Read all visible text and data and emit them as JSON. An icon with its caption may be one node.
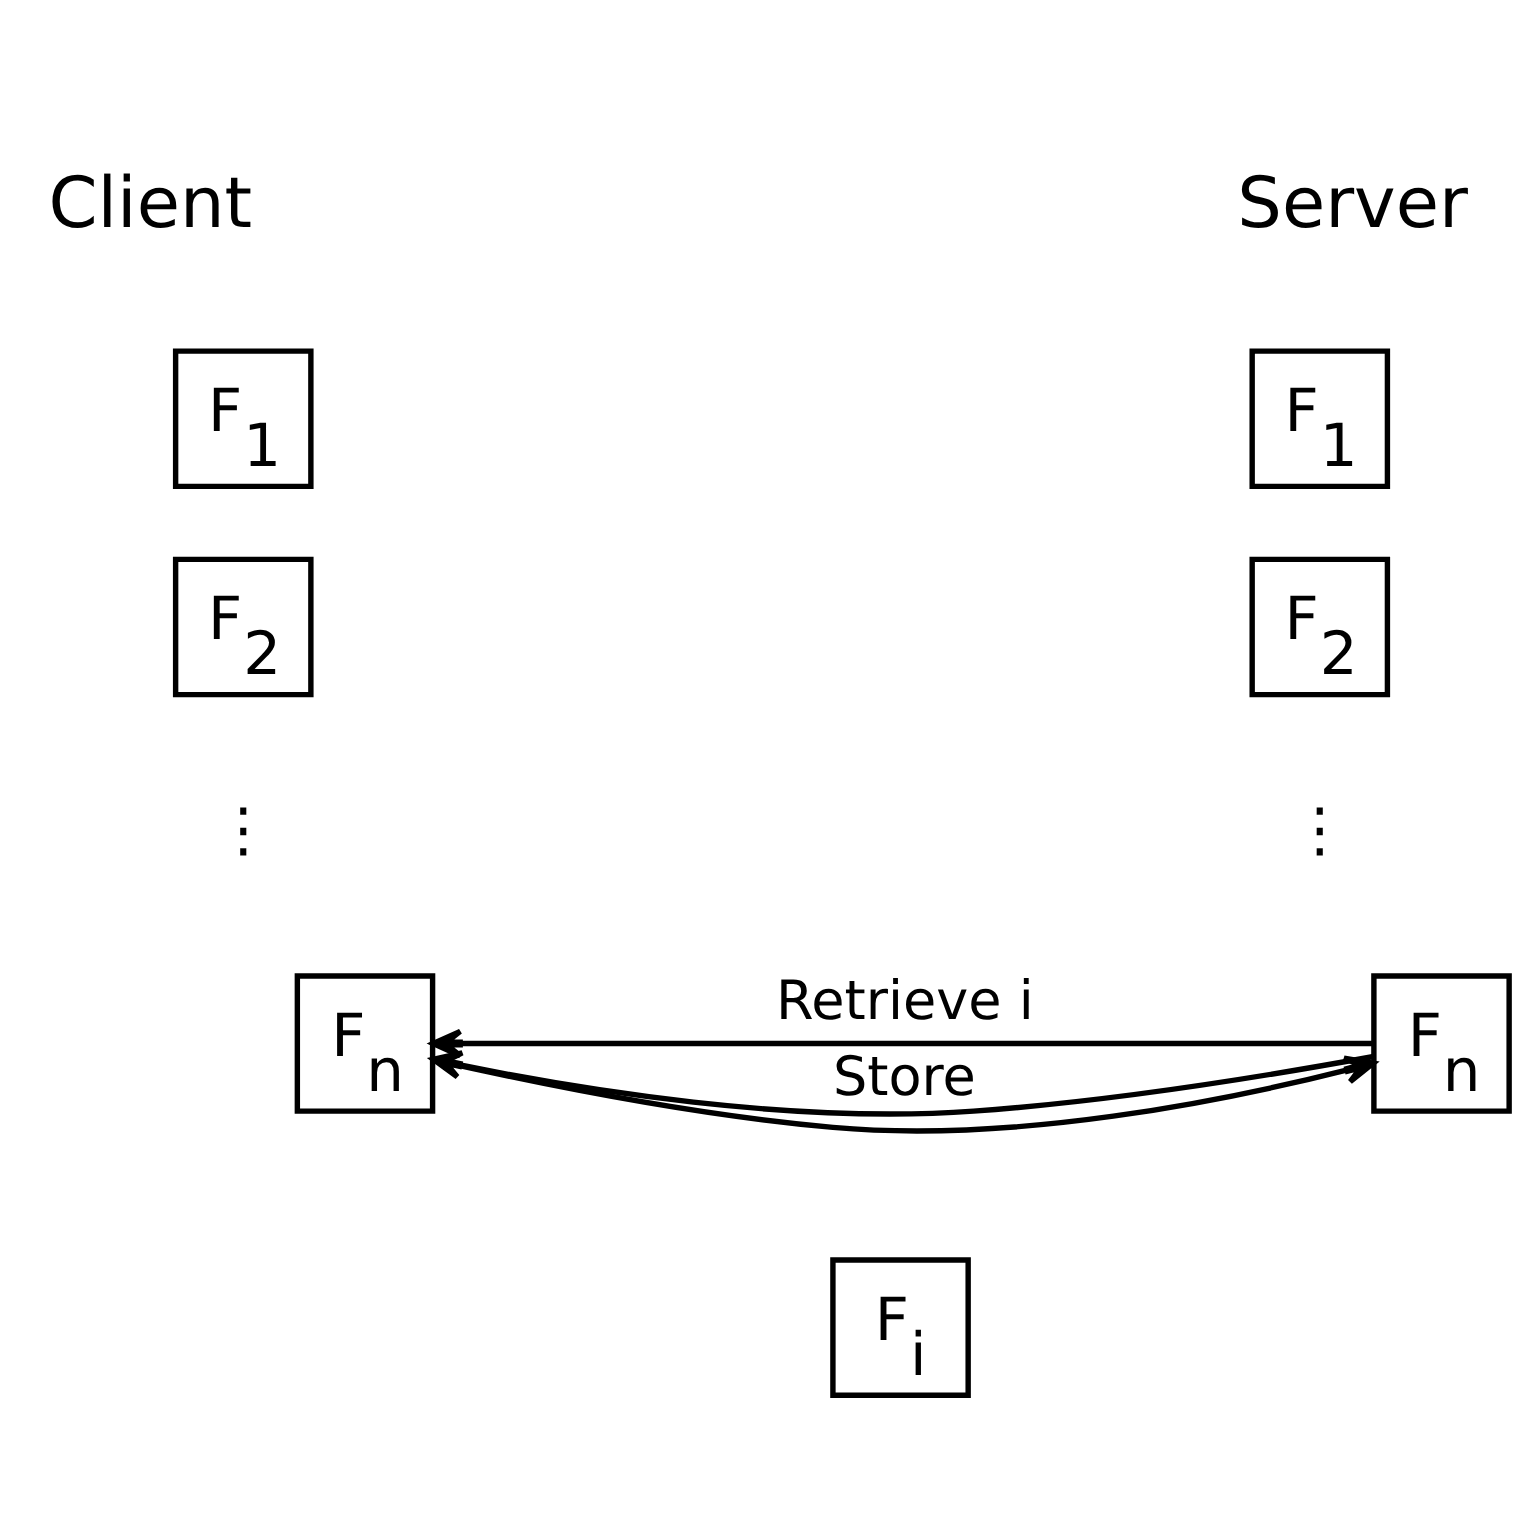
{
  "diagram": {
    "nodes": [
      {
        "text": [
          "F$_{1}$"
        ]
      },
      {
        "text": [
          "F$_{2}$"
        ]
      },
      {
        "text": [
          "F$_{n}$"
        ]
      },
      {
        "text": [
          "F$_{1}$"
        ]
      },
      {
        "text": [
          "F$_{2}$"
        ]
      },
      {
        "text": [
          "F$_{n}$"
        ]
      },
      {
        "text": [
          "F$_{i}$"
        ]
      }
    ],
    "edges": [
      {
        "from": 2,
        "to": 5,
        "arrow": "to",
        "label": "Store"
      },
      {
        "from": 2,
        "to": 5,
        "arrow": "to",
        "label": "Retrieve i"
      },
      {
        "from": 5,
        "to": 2,
        "arrow": "to"
      }
    ],
    "labels": [
      "Client",
      "Server",
      "⋮",
      "⋮"
    ]
  }
}
